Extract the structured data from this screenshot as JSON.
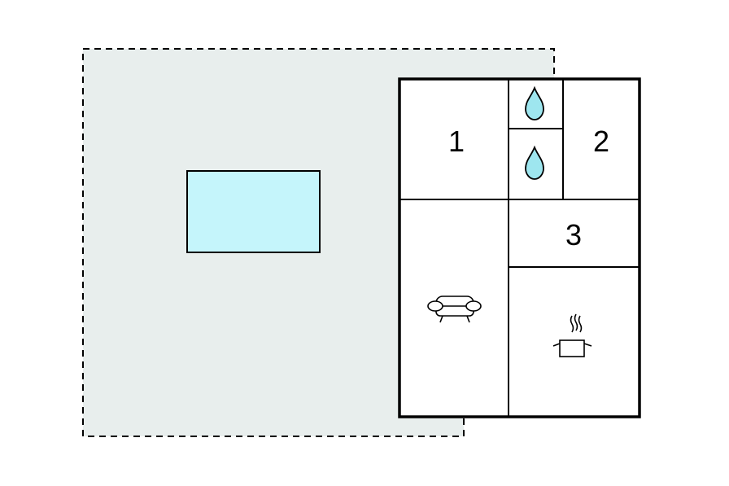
{
  "rooms": [
    {
      "id": "bedroom-1",
      "label": "1"
    },
    {
      "id": "bedroom-2",
      "label": "2"
    },
    {
      "id": "room-3",
      "label": "3"
    }
  ],
  "icons": [
    "water-drop-icon",
    "water-drop-icon",
    "sofa-icon",
    "cooking-pot-icon"
  ],
  "colors": {
    "terrace_fill": "#e8eeed",
    "pool_fill": "#c5f5fb",
    "water_drop_fill": "#9ee6ef",
    "wall": "#000000",
    "background": "#ffffff"
  }
}
